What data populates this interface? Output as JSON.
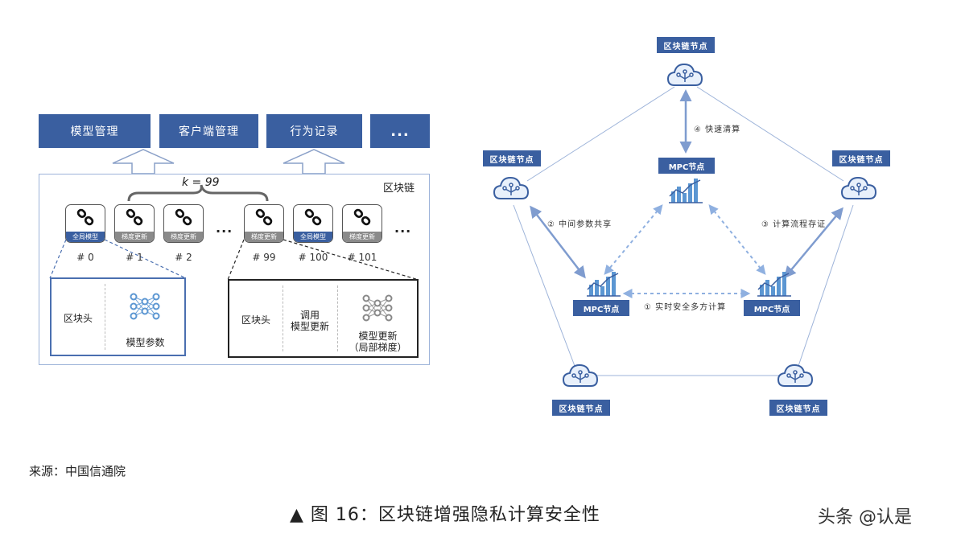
{
  "top_boxes": [
    "模型管理",
    "客户端管理",
    "行为记录",
    "..."
  ],
  "formula": "k = 99",
  "panel_label": "区块链",
  "blocks": [
    {
      "tag": "全局模型",
      "no": "# 0",
      "color": "blue"
    },
    {
      "tag": "梯度更新",
      "no": "# 1",
      "color": "gray"
    },
    {
      "tag": "梯度更新",
      "no": "# 2",
      "color": "gray"
    },
    {
      "tag": "梯度更新",
      "no": "# 99",
      "color": "gray"
    },
    {
      "tag": "全局模型",
      "no": "# 100",
      "color": "blue"
    },
    {
      "tag": "梯度更新",
      "no": "# 101",
      "color": "gray"
    }
  ],
  "ellipsis": "...",
  "detail_left": {
    "header": "区块头",
    "params": "模型参数"
  },
  "detail_right": {
    "header": "区块头",
    "call": "调用\n模型更新",
    "update": "模型更新\n（局部梯度）"
  },
  "network": {
    "node_label": "区块链节点",
    "mpc_label": "MPC节点",
    "edges": {
      "e1": "① 实时安全多方计算",
      "e2": "② 中间参数共享",
      "e3": "③ 计算流程存证",
      "e4": "④ 快速清算"
    }
  },
  "source": "来源：中国信通院",
  "caption": "▲ 图 16：区块链增强隐私计算安全性",
  "watermark": "头条 @认是",
  "colors": {
    "primary": "#3a5fa0",
    "light": "#9db3d9",
    "line": "#8aa6d6"
  }
}
